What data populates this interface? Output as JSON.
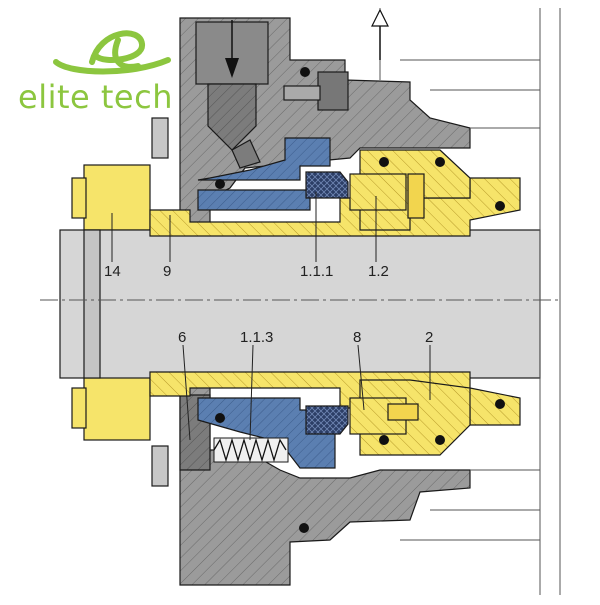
{
  "logo": {
    "brand_text": "elite tech",
    "brand_color": "#8cc63f",
    "mark_icon": "leaf-swirl-e-icon"
  },
  "diagram": {
    "labels": {
      "upper": [
        "14",
        "9",
        "1.1.1",
        "1.2"
      ],
      "lower": [
        "6",
        "1.1.3",
        "8",
        "2"
      ]
    },
    "colors": {
      "housing": "#9b9b9b",
      "shaft": "#d6d6d6",
      "sleeve": "#f6e46a",
      "carbon": "#5b7fb1",
      "ring": "#2c3e66",
      "outline": "#1a1a1a"
    },
    "flow_arrow_icons": [
      "down-arrow-icon",
      "up-arrow-icon"
    ]
  }
}
